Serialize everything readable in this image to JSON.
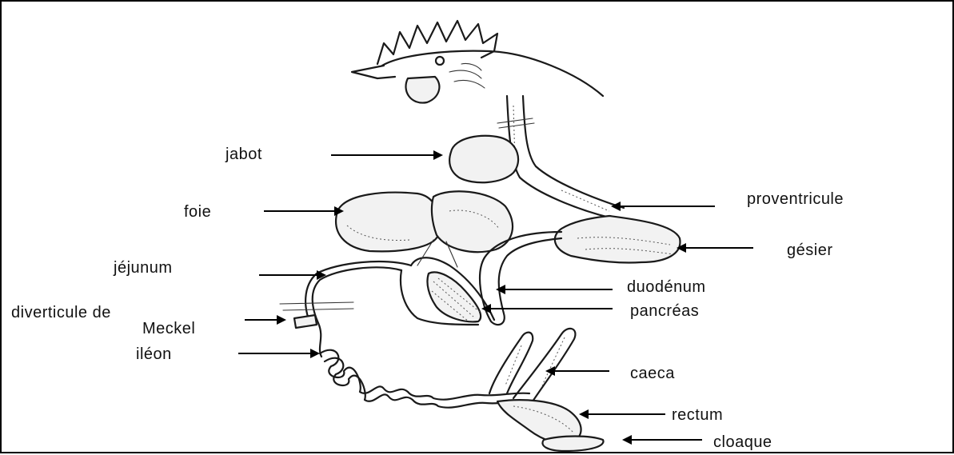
{
  "labels": {
    "jabot": "jabot",
    "foie": "foie",
    "jejunum": "jéjunum",
    "diverticule_line1": "diverticule de",
    "diverticule_line2": "Meckel",
    "ileon": "iléon",
    "proventricule": "proventricule",
    "gesier": "gésier",
    "duodenum": "duodénum",
    "pancreas": "pancréas",
    "caeca": "caeca",
    "rectum": "rectum",
    "cloaque": "cloaque"
  }
}
